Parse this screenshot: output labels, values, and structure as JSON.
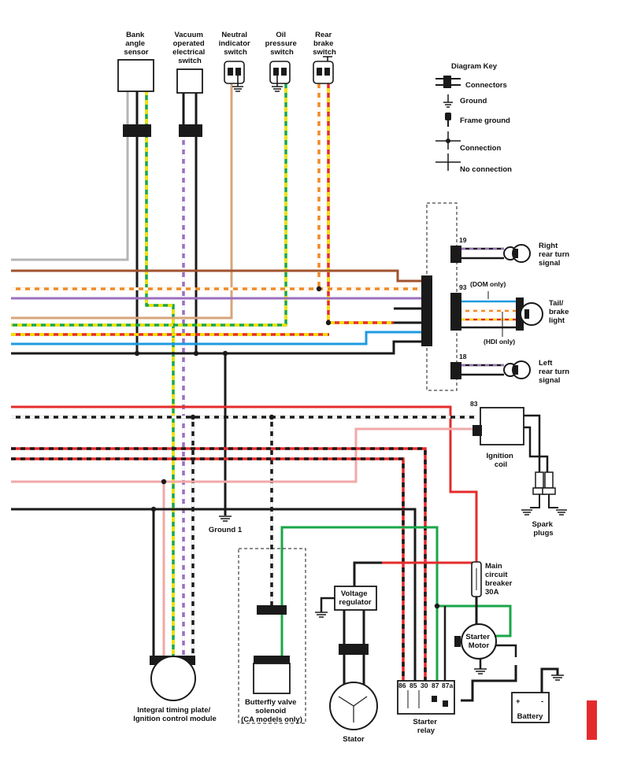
{
  "components": {
    "bank_angle": [
      "Bank",
      "angle",
      "sensor"
    ],
    "vacuum_switch": [
      "Vacuum",
      "operated",
      "electrical",
      "switch"
    ],
    "neutral_switch": [
      "Neutral",
      "indicator",
      "switch"
    ],
    "oil_switch": [
      "Oil",
      "pressure",
      "switch"
    ],
    "rear_brake": [
      "Rear",
      "brake",
      "switch"
    ],
    "right_turn": [
      "Right",
      "rear turn",
      "signal"
    ],
    "tail_brake": [
      "Tail/",
      "brake",
      "light"
    ],
    "left_turn": [
      "Left",
      "rear turn",
      "signal"
    ],
    "ignition_coil": [
      "Ignition",
      "coil"
    ],
    "spark_plugs": [
      "Spark",
      "plugs"
    ],
    "ground1": "Ground 1",
    "main_breaker": [
      "Main",
      "circuit",
      "breaker",
      "30A"
    ],
    "voltage_regulator": [
      "Voltage",
      "regulator"
    ],
    "starter_motor": [
      "Starter",
      "Motor"
    ],
    "timing_plate": [
      "Integral timing plate/",
      "Ignition control module"
    ],
    "butterfly_valve": [
      "Butterfly valve",
      "solenoid",
      "(CA models only)"
    ],
    "stator": "Stator",
    "starter_relay": [
      "Starter",
      "relay"
    ],
    "battery": "Battery",
    "dom_only": "(DOM only)",
    "hdi_only": "(HDI only)"
  },
  "connector_numbers": {
    "c19": "19",
    "c93": "93",
    "c18": "18",
    "c83": "83"
  },
  "relay_pins": [
    "86",
    "85",
    "30",
    "87",
    "87a"
  ],
  "battery_terminals": {
    "plus": "+",
    "minus": "-"
  },
  "key": {
    "title": "Diagram Key",
    "items": [
      "Connectors",
      "Ground",
      "Frame ground",
      "Connection",
      "No connection"
    ]
  },
  "colors": {
    "black": "#1a1a1a",
    "gray": "#b5b5b5",
    "brown": "#a0522d",
    "orange": "#f08a24",
    "violet": "#9b6fc0",
    "tan": "#d8a47a",
    "green": "#1aa64a",
    "yellow": "#f4e300",
    "red": "#e42b2b",
    "blue": "#1e9be0",
    "pink": "#f2a8a8",
    "white": "#ffffff",
    "accent": "#e42b2b"
  }
}
